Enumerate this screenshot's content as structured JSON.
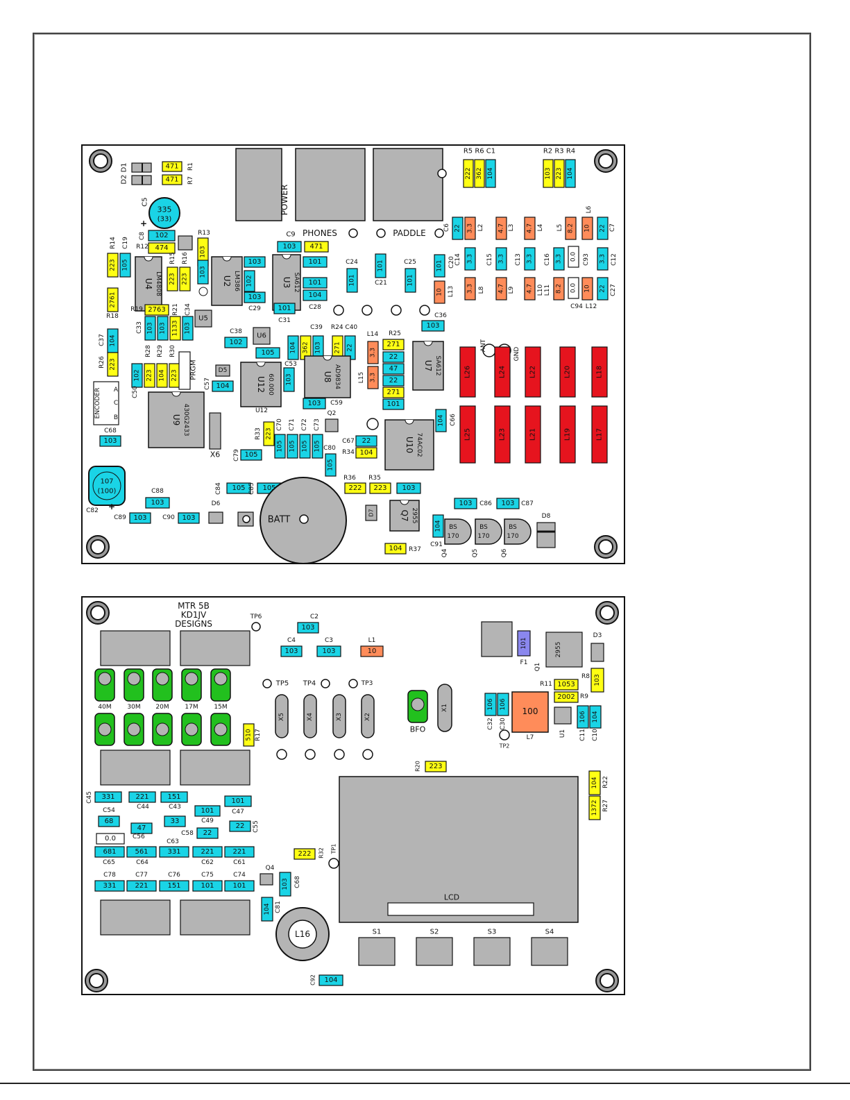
{
  "colors": {
    "cap": "#1ad4e6",
    "res": "#ffff14",
    "ind": "#ff8c5a",
    "big_ind": "#e6141e",
    "ic": "#b4b4b4",
    "switch": "#22c01e",
    "tan": "#8a87ee",
    "white": "#ffffff"
  },
  "top_board": {
    "labels": {
      "power": "POWER",
      "phones": "PHONES",
      "paddle": "PADDLE",
      "ant": "ANT",
      "gnd": "GND",
      "encoder": "ENCODER",
      "enc_pins": [
        "A",
        "C",
        "B"
      ],
      "prgm": "PRGM",
      "batt": "BATT",
      "x6": "X6",
      "d5": "D5",
      "d6": "D6",
      "d7": "D7",
      "d8": "D8",
      "q2": "Q2",
      "u5": "U5",
      "u6": "U6",
      "u12": "U12",
      "c5_plus": "+",
      "c82_plus": "+"
    },
    "chips": {
      "u4": {
        "ref": "U4",
        "part": "LM4808"
      },
      "u2": {
        "ref": "U2",
        "part": "LM386"
      },
      "u3": {
        "ref": "U3",
        "part": "SA612"
      },
      "u7": {
        "ref": "U7",
        "part": "SA612"
      },
      "u8": {
        "ref": "U8",
        "part": "AD9834"
      },
      "u9": {
        "ref": "U9",
        "part": "430G2433"
      },
      "u10": {
        "ref": "U10",
        "part": "74AC02"
      },
      "u12": {
        "part": "60.000"
      },
      "q7": {
        "ref": "Q7",
        "part": "2955"
      }
    },
    "caps_big": {
      "c5": {
        "ref": "C5",
        "value": "335",
        "sub": "(33)"
      },
      "c82": {
        "ref": "C82",
        "value": "107",
        "sub": "(100)"
      }
    },
    "transistors": [
      {
        "ref": "Q4",
        "part": "BS",
        "part2": "170"
      },
      {
        "ref": "Q5",
        "part": "BS",
        "part2": "170"
      },
      {
        "ref": "Q6",
        "part": "BS",
        "part2": "170"
      }
    ],
    "toroids": [
      "L26",
      "L24",
      "L22",
      "L20",
      "L18",
      "L25",
      "L23",
      "L21",
      "L19",
      "L17"
    ],
    "parts": [
      {
        "v": "471",
        "r": "R1"
      },
      {
        "v": "471",
        "r": "R7"
      },
      {
        "v": "222",
        "r": "R5"
      },
      {
        "v": "362",
        "r": "R6"
      },
      {
        "v": "104",
        "r": "C1"
      },
      {
        "v": "103",
        "r": "R2"
      },
      {
        "v": "223",
        "r": "R3"
      },
      {
        "v": "104",
        "r": "R4"
      },
      {
        "v": "102",
        "r": "C8"
      },
      {
        "v": "474",
        "r": "R12"
      },
      {
        "v": "103",
        "r": "R13"
      },
      {
        "v": "223",
        "r": "R14"
      },
      {
        "v": "105",
        "r": "C19"
      },
      {
        "v": "223",
        "r": "R15"
      },
      {
        "v": "223",
        "r": "R16"
      },
      {
        "v": "103",
        "r": "U2a"
      },
      {
        "v": "103",
        "r": "C9"
      },
      {
        "v": "471",
        "r": "C9b"
      },
      {
        "v": "103",
        "r": "U3a"
      },
      {
        "v": "102",
        "r": "U2b"
      },
      {
        "v": "103",
        "r": "C29"
      },
      {
        "v": "101",
        "r": "U3b"
      },
      {
        "v": "101",
        "r": "U3c"
      },
      {
        "v": "104",
        "r": "C28"
      },
      {
        "v": "101",
        "r": "C31"
      },
      {
        "v": "101",
        "r": "C24"
      },
      {
        "v": "101",
        "r": "C21"
      },
      {
        "v": "101",
        "r": "C25"
      },
      {
        "v": "22",
        "r": "C6"
      },
      {
        "v": "3.3",
        "r": "L2"
      },
      {
        "v": "4.7",
        "r": "L3"
      },
      {
        "v": "4.7",
        "r": "L4"
      },
      {
        "v": "8.2",
        "r": "L5"
      },
      {
        "v": "10",
        "r": "L6"
      },
      {
        "v": "22",
        "r": "C7"
      },
      {
        "v": "101",
        "r": "C20"
      },
      {
        "v": "3.3",
        "r": "C14"
      },
      {
        "v": "3.3",
        "r": "C15"
      },
      {
        "v": "3.3",
        "r": "C13"
      },
      {
        "v": "3.3",
        "r": "C16"
      },
      {
        "v": "0.0",
        "r": "C93"
      },
      {
        "v": "3.3",
        "r": "C12"
      },
      {
        "v": "10",
        "r": "L13"
      },
      {
        "v": "3.3",
        "r": "L8"
      },
      {
        "v": "4.7",
        "r": "L9"
      },
      {
        "v": "4.7",
        "r": "L10"
      },
      {
        "v": "8.2",
        "r": "L11"
      },
      {
        "v": "0.0",
        "r": "C94"
      },
      {
        "v": "10",
        "r": "L12"
      },
      {
        "v": "22",
        "r": "C27"
      },
      {
        "v": "2761",
        "r": "R18"
      },
      {
        "v": "2763",
        "r": "R19"
      },
      {
        "v": "103",
        "r": "C33"
      },
      {
        "v": "103",
        "r": "C33b"
      },
      {
        "v": "1133",
        "r": "R21"
      },
      {
        "v": "103",
        "r": "C34"
      },
      {
        "v": "104",
        "r": "C37"
      },
      {
        "v": "223",
        "r": "R26"
      },
      {
        "v": "102",
        "r": "C38"
      },
      {
        "v": "105",
        "r": "U6a"
      },
      {
        "v": "104",
        "r": "C39a"
      },
      {
        "v": "362",
        "r": "C39"
      },
      {
        "v": "103",
        "r": "C39b"
      },
      {
        "v": "271",
        "r": "R24"
      },
      {
        "v": "22",
        "r": "C40"
      },
      {
        "v": "103",
        "r": "C36"
      },
      {
        "v": "3.3",
        "r": "L14"
      },
      {
        "v": "271",
        "r": "R25"
      },
      {
        "v": "22",
        "r": "R25b"
      },
      {
        "v": "47",
        "r": "R25c"
      },
      {
        "v": "22",
        "r": "R25d"
      },
      {
        "v": "3.3",
        "r": "L15"
      },
      {
        "v": "271",
        "r": "R25e"
      },
      {
        "v": "101",
        "r": "R25f"
      },
      {
        "v": "102",
        "r": "C50"
      },
      {
        "v": "223",
        "r": "R28"
      },
      {
        "v": "104",
        "r": "R29"
      },
      {
        "v": "223",
        "r": "R30"
      },
      {
        "v": "104",
        "r": "C57"
      },
      {
        "v": "103",
        "r": "C53"
      },
      {
        "v": "103",
        "r": "C59"
      },
      {
        "v": "103",
        "r": "C68"
      },
      {
        "v": "223",
        "r": "R33"
      },
      {
        "v": "105",
        "r": "C70"
      },
      {
        "v": "105",
        "r": "C71"
      },
      {
        "v": "105",
        "r": "C72"
      },
      {
        "v": "105",
        "r": "C73"
      },
      {
        "v": "105",
        "r": "C79"
      },
      {
        "v": "105",
        "r": "C80"
      },
      {
        "v": "22",
        "r": "C67"
      },
      {
        "v": "104",
        "r": "R34"
      },
      {
        "v": "104",
        "r": "C66"
      },
      {
        "v": "222",
        "r": "R36"
      },
      {
        "v": "223",
        "r": "R35"
      },
      {
        "v": "103",
        "r": "R35b"
      },
      {
        "v": "105",
        "r": "C84"
      },
      {
        "v": "105",
        "r": "C85"
      },
      {
        "v": "103",
        "r": "C88"
      },
      {
        "v": "103",
        "r": "C89"
      },
      {
        "v": "103",
        "r": "C90"
      },
      {
        "v": "103",
        "r": "C86"
      },
      {
        "v": "103",
        "r": "C87"
      },
      {
        "v": "104",
        "r": "C91"
      },
      {
        "v": "104",
        "r": "R37"
      }
    ],
    "refs": [
      "D2",
      "D1",
      "R1",
      "R7",
      "R5",
      "R6",
      "C1",
      "R2",
      "R3",
      "R4",
      "C5",
      "C8",
      "R12",
      "R13",
      "R14",
      "C19",
      "R15",
      "R16",
      "C9",
      "C29",
      "C28",
      "C31",
      "C24",
      "C21",
      "C25",
      "C6",
      "L2",
      "L3",
      "L4",
      "L5",
      "L6",
      "C7",
      "C20",
      "C14",
      "C15",
      "C13",
      "C16",
      "C93",
      "C12",
      "L13",
      "L8",
      "L9",
      "L10",
      "L11",
      "C94",
      "L12",
      "C27",
      "R18",
      "R19",
      "R21",
      "C33",
      "C34",
      "C37",
      "R26",
      "C38",
      "C39",
      "R24",
      "C40",
      "C36",
      "L14",
      "R25",
      "L15",
      "C50",
      "R28",
      "R29",
      "R30",
      "C57",
      "C53",
      "C59",
      "C68",
      "R33",
      "C70",
      "C71",
      "C72",
      "C73",
      "C79",
      "C80",
      "C67",
      "R34",
      "C66",
      "R36",
      "R35",
      "C84",
      "C85",
      "C88",
      "C89",
      "C90",
      "C86",
      "C87",
      "C91",
      "R37",
      "C82"
    ]
  },
  "bottom_board": {
    "title": [
      "MTR 5B",
      "KD1JV",
      "DESIGNS"
    ],
    "labels": {
      "tp6": "TP6",
      "tp5": "TP5",
      "tp4": "TP4",
      "tp3": "TP3",
      "tp2": "TP2",
      "tp1": "TP1",
      "bfo": "BFO",
      "lcd": "LCD",
      "f1": "F1",
      "q1": "Q1",
      "q1part": "2955",
      "d3": "D3",
      "u1": "U1",
      "l7": "L7",
      "l7v": "100",
      "l16": "L16",
      "q4": "Q4"
    },
    "bands": [
      "40M",
      "30M",
      "20M",
      "17M",
      "15M"
    ],
    "crystals": [
      "X5",
      "X4",
      "X3",
      "X2",
      "X1"
    ],
    "switches": [
      "S1",
      "S2",
      "S3",
      "S4"
    ],
    "parts": [
      {
        "v": "103",
        "r": "C2"
      },
      {
        "v": "103",
        "r": "C4"
      },
      {
        "v": "103",
        "r": "C3"
      },
      {
        "v": "10",
        "r": "L1"
      },
      {
        "v": "101",
        "r": "F1"
      },
      {
        "v": "103",
        "r": "R8"
      },
      {
        "v": "1053",
        "r": "R11"
      },
      {
        "v": "2002",
        "r": "R9"
      },
      {
        "v": "106",
        "r": "C32"
      },
      {
        "v": "106",
        "r": "C30"
      },
      {
        "v": "106",
        "r": "C11"
      },
      {
        "v": "104",
        "r": "C10"
      },
      {
        "v": "510",
        "r": "R17"
      },
      {
        "v": "223",
        "r": "R20"
      },
      {
        "v": "104",
        "r": "R22"
      },
      {
        "v": "1372",
        "r": "R27"
      },
      {
        "v": "331",
        "r": "C45"
      },
      {
        "v": "221",
        "r": "C44"
      },
      {
        "v": "151",
        "r": "C43"
      },
      {
        "v": "101",
        "r": "C49"
      },
      {
        "v": "101",
        "r": "C47"
      },
      {
        "v": "68",
        "r": "C54"
      },
      {
        "v": "47",
        "r": "C56"
      },
      {
        "v": "33",
        "r": "C63b"
      },
      {
        "v": "22",
        "r": "C58"
      },
      {
        "v": "22",
        "r": "C55"
      },
      {
        "v": "0.0",
        "r": "C65"
      },
      {
        "v": "681",
        "r": "C65b"
      },
      {
        "v": "561",
        "r": "C64"
      },
      {
        "v": "331",
        "r": "C63"
      },
      {
        "v": "221",
        "r": "C62"
      },
      {
        "v": "221",
        "r": "C61"
      },
      {
        "v": "331",
        "r": "C78"
      },
      {
        "v": "221",
        "r": "C77"
      },
      {
        "v": "151",
        "r": "C76"
      },
      {
        "v": "101",
        "r": "C75"
      },
      {
        "v": "101",
        "r": "C74"
      },
      {
        "v": "222",
        "r": "R32"
      },
      {
        "v": "103",
        "r": "C68"
      },
      {
        "v": "104",
        "r": "C81"
      },
      {
        "v": "104",
        "r": "C92"
      }
    ],
    "refs": [
      "C2",
      "C4",
      "C3",
      "L1",
      "R8",
      "R11",
      "R9",
      "C32",
      "C30",
      "C11",
      "C10",
      "R17",
      "R20",
      "R22",
      "R27",
      "C45",
      "C44",
      "C43",
      "C49",
      "C47",
      "C54",
      "C56",
      "C58",
      "C55",
      "C65",
      "C64",
      "C63",
      "C62",
      "C61",
      "C78",
      "C77",
      "C76",
      "C75",
      "C74",
      "R32",
      "C68",
      "C81",
      "C92",
      "Q4",
      "D3"
    ]
  }
}
